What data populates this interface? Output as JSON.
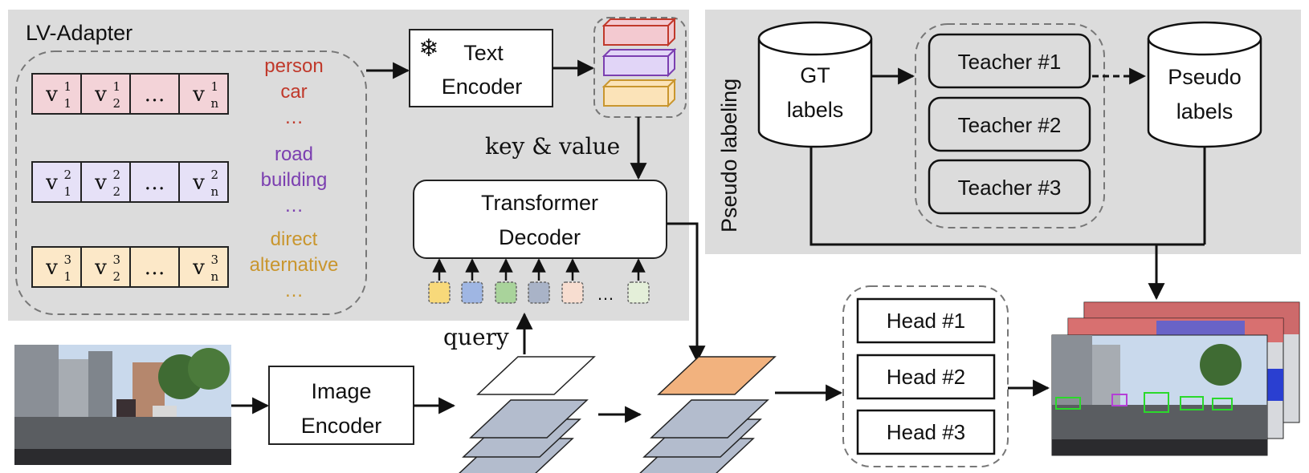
{
  "lv_adapter": {
    "title": "LV-Adapter",
    "rows": [
      {
        "tokens": [
          {
            "base": "v",
            "sub": "1",
            "sup": "1"
          },
          {
            "base": "v",
            "sub": "2",
            "sup": "1"
          },
          {
            "base": "…",
            "sub": "",
            "sup": ""
          },
          {
            "base": "v",
            "sub": "n",
            "sup": "1"
          }
        ],
        "words": [
          "person",
          "car",
          "…"
        ],
        "fill": "#f3d3d8",
        "word_color": "#c0392b"
      },
      {
        "tokens": [
          {
            "base": "v",
            "sub": "1",
            "sup": "2"
          },
          {
            "base": "v",
            "sub": "2",
            "sup": "2"
          },
          {
            "base": "…",
            "sub": "",
            "sup": ""
          },
          {
            "base": "v",
            "sub": "n",
            "sup": "2"
          }
        ],
        "words": [
          "road",
          "building",
          "…"
        ],
        "fill": "#e6e1f7",
        "word_color": "#7b3fb0"
      },
      {
        "tokens": [
          {
            "base": "v",
            "sub": "1",
            "sup": "3"
          },
          {
            "base": "v",
            "sub": "2",
            "sup": "3"
          },
          {
            "base": "…",
            "sub": "",
            "sup": ""
          },
          {
            "base": "v",
            "sub": "n",
            "sup": "3"
          }
        ],
        "words": [
          "direct",
          "alternative",
          "…"
        ],
        "fill": "#fce8c8",
        "word_color": "#c9962e"
      }
    ],
    "text_encoder": {
      "line1": "Text",
      "line2": "Encoder",
      "frozen_icon": "❄"
    },
    "embeddings": [
      {
        "fill": "#f3c9d0",
        "stroke": "#c0392b"
      },
      {
        "fill": "#e1d5f7",
        "stroke": "#7b3fb0"
      },
      {
        "fill": "#fbe3b8",
        "stroke": "#c9962e"
      }
    ],
    "key_value_label": "key & value",
    "transformer": {
      "line1": "Transformer",
      "line2": "Decoder"
    },
    "queries": [
      {
        "fill": "#f8d97a"
      },
      {
        "fill": "#9fb6e3"
      },
      {
        "fill": "#a9d39b"
      },
      {
        "fill": "#a9b3c7"
      },
      {
        "fill": "#f7ddd0"
      },
      {
        "fill": "#e4efd9"
      }
    ],
    "queries_ellipsis": "…",
    "query_label": "query"
  },
  "pseudo_labeling": {
    "title": "Pseudo labeling",
    "gt": {
      "line1": "GT",
      "line2": "labels"
    },
    "teachers": [
      "Teacher #1",
      "Teacher #2",
      "Teacher #3"
    ],
    "pseudo": {
      "line1": "Pseudo",
      "line2": "labels"
    }
  },
  "image_encoder": {
    "line1": "Image",
    "line2": "Encoder"
  },
  "heads": [
    "Head #1",
    "Head #2",
    "Head #3"
  ],
  "colors": {
    "panel_bg": "#dcdcdc",
    "feature_fill": "#b3bccd",
    "highlight_fill": "#f2b27e",
    "sky": "#c9d9ec",
    "road": "#5a5d61"
  }
}
